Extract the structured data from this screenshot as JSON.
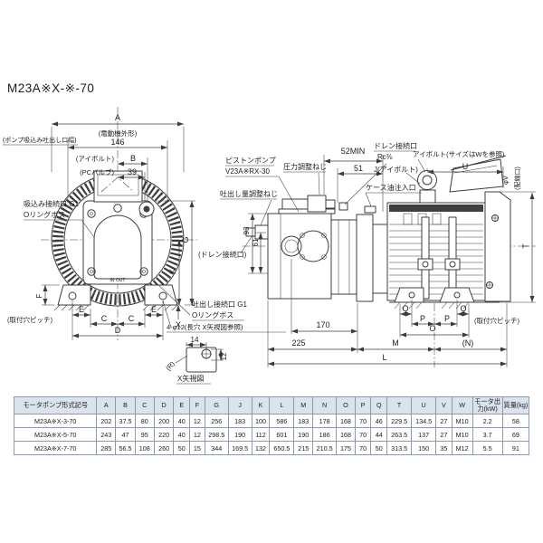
{
  "title": "M23A※X-※-70",
  "colors": {
    "line": "#3c3c3c",
    "table_header_bg": "#dbe3ee",
    "table_border": "#8f9aa8",
    "background": "#ffffff"
  },
  "labels": {
    "dim_a": "A",
    "motor_outline": "(電動機外形)",
    "pump_port_width": "(ポンプ吸込み吐出し口幅)",
    "dim_146": "146",
    "eyebolt_paren": "(アイボルト)",
    "dim_b": "B",
    "pc_valve": "(PCバルブ)",
    "dim_39": "39",
    "suction_port": "吸込み接続口 G1",
    "oring_boss": "Oリングボス",
    "piston_pump": "ピストンポンプ",
    "pump_model": "V23A※RX-30",
    "discharge_adjust": "吐出し量調整ねじ",
    "pressure_adjust": "圧力調整ねじ",
    "dim_52min": "52MIN",
    "dim_51": "51",
    "drain_port": "ドレン接続口",
    "drain_thread": "Rc⅜",
    "j_eyebolt": "J(アイボルト)",
    "case_oil": "ケース油注入口",
    "eyebolt_size": "アイボルト(サイズはWを参照)",
    "dim_u": "U",
    "phi_v": "φV",
    "wiring_port": "(配線口)",
    "dim_t": "T",
    "dim_93": "93",
    "dim_61": "61",
    "drain_port_paren": "(ドレン接続口)",
    "dim_g": "G",
    "dim_k": "K",
    "dim_f": "F",
    "discharge_port": "吐出し接続口 G1",
    "dim_e": "E",
    "dim_c": "C",
    "dim_d": "D",
    "mount_pitch": "(取付穴ピッチ)",
    "slot_note": "4-φ12(長穴 X矢視図参照)",
    "dim_14": "14",
    "r_paren": "(R)",
    "dim_12": "12",
    "x_view": "X矢視図",
    "x_letter": "X",
    "dim_170": "170",
    "dim_225": "225",
    "dim_l": "L",
    "dim_m": "M",
    "n_paren": "(N)",
    "dim_o": "O",
    "dim_p": "P",
    "dim_q": "Q",
    "in_out": "IN  OUT"
  },
  "table": {
    "headers": [
      "モータポンプ形式記号",
      "A",
      "B",
      "C",
      "D",
      "E",
      "F",
      "G",
      "J",
      "K",
      "L",
      "M",
      "N",
      "O",
      "P",
      "Q",
      "T",
      "U",
      "V",
      "W",
      "モータ出力(kW)",
      "質量(kg)"
    ],
    "rows": [
      [
        "M23A※X-3-70",
        "202",
        "37.5",
        "80",
        "200",
        "40",
        "12",
        "256",
        "183",
        "100",
        "586",
        "183",
        "178",
        "168",
        "70",
        "46",
        "229.5",
        "134.5",
        "27",
        "M10",
        "2.2",
        "58"
      ],
      [
        "M23A※X-5-70",
        "243",
        "47",
        "95",
        "220",
        "40",
        "12",
        "298.5",
        "190",
        "112",
        "601",
        "190",
        "186",
        "168",
        "70",
        "44",
        "263.5",
        "137",
        "27",
        "M10",
        "3.7",
        "69"
      ],
      [
        "M23A※X-7-70",
        "285",
        "56.5",
        "108",
        "260",
        "50",
        "15",
        "344",
        "169.5",
        "132",
        "650.5",
        "215",
        "210.5",
        "175",
        "70",
        "50",
        "313.5",
        "150",
        "35",
        "M12",
        "5.5",
        "91"
      ]
    ]
  }
}
